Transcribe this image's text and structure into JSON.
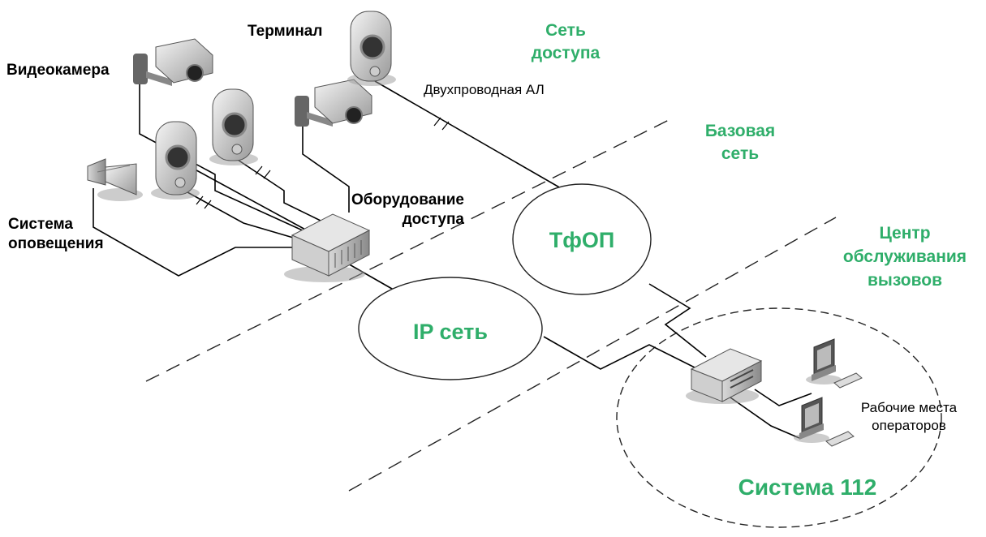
{
  "labels": {
    "camera": "Видеокамера",
    "terminal": "Терминал",
    "two_wire": "Двухпроводная АЛ",
    "alert_system_line1": "Система",
    "alert_system_line2": "оповещения",
    "access_equipment_line1": "Оборудование",
    "access_equipment_line2": "доступа"
  },
  "zones": {
    "access_net_line1": "Сеть",
    "access_net_line2": "доступа",
    "base_net_line1": "Базовая",
    "base_net_line2": "сеть",
    "call_center_line1": "Центр",
    "call_center_line2": "обслуживания",
    "call_center_line3": "вызовов"
  },
  "networks": {
    "pstn": "ТфОП",
    "ip": "IP сеть"
  },
  "system112": {
    "title": "Система 112",
    "workplaces_line1": "Рабочие места",
    "workplaces_line2": "операторов"
  },
  "colors": {
    "accent_green": "#2fae6a",
    "device_gray": "#c8c8c8"
  }
}
